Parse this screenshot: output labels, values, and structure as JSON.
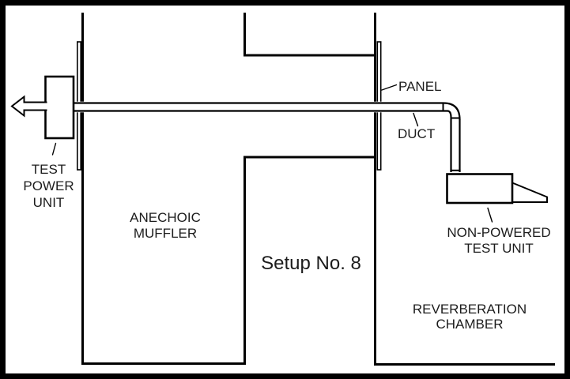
{
  "figure_title": "Setup No. 8",
  "components": {
    "test_power_unit": {
      "label_lines": [
        "TEST",
        "POWER",
        "UNIT"
      ]
    },
    "anechoic_muffler": {
      "label_lines": [
        "ANECHOIC",
        "MUFFLER"
      ]
    },
    "panel": {
      "label": "PANEL"
    },
    "duct": {
      "label": "DUCT"
    },
    "non_powered_test_unit": {
      "label_lines": [
        "NON-POWERED",
        "TEST UNIT"
      ]
    },
    "reverberation_chamber": {
      "label_lines": [
        "REVERBERATION",
        "CHAMBER"
      ]
    },
    "exhaust_arrow": {
      "icon": "left-arrow-outline-icon"
    }
  },
  "colors": {
    "background": "#ffffff",
    "line": "#000000",
    "text": "#1c1c1c",
    "frame": "#000000"
  }
}
